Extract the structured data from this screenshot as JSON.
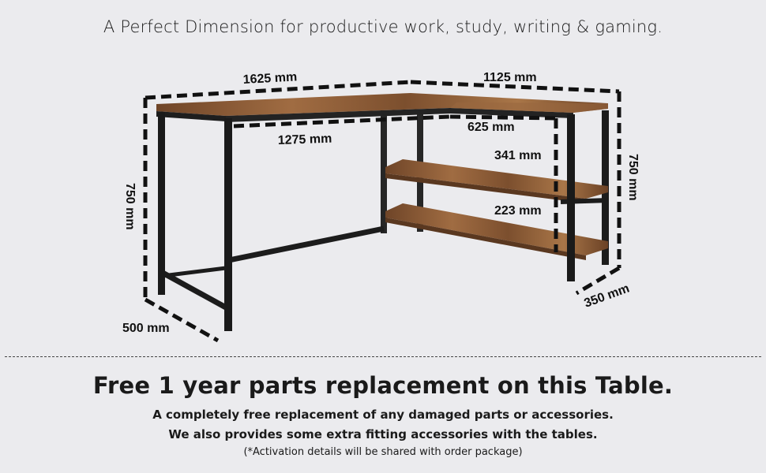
{
  "headline": "A Perfect Dimension for productive work, study, writing & gaming.",
  "dimensions": {
    "left_length": "1625 mm",
    "right_length": "1125 mm",
    "inner_length": "1275 mm",
    "inner_return": "625 mm",
    "shelf_upper_gap": "341 mm",
    "shelf_lower_gap": "223 mm",
    "height_left": "750 mm",
    "height_right": "750 mm",
    "depth_left": "500 mm",
    "depth_right": "350 mm"
  },
  "offer": {
    "title": "Free 1 year parts replacement on this Table.",
    "line1": "A completely free replacement of any damaged parts or accessories.",
    "line2": "We also provides some extra fitting accessories with the tables.",
    "note": "(*Activation details will be shared with order package)"
  },
  "colors": {
    "background": "#ebebee",
    "frame": "#1c1c1c",
    "wood": "#8a5a35"
  }
}
